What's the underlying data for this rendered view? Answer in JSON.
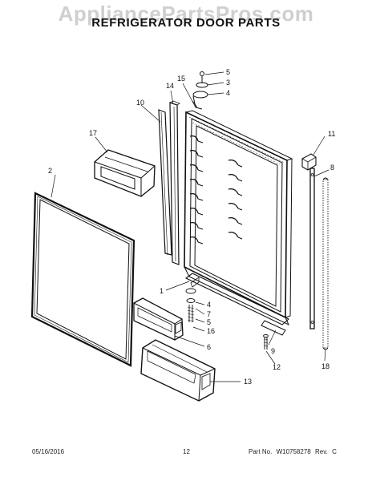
{
  "watermark": "AppliancePartsPros.com",
  "title": "REFRIGERATOR DOOR PARTS",
  "callouts": [
    "1",
    "2",
    "3",
    "4",
    "5",
    "6",
    "7",
    "8",
    "9",
    "10",
    "11",
    "12",
    "13",
    "14",
    "15",
    "16",
    "17",
    "18",
    "4",
    "5"
  ],
  "footer": {
    "date": "05/16/2016",
    "page": "12",
    "part_prefix": "Part No.",
    "part_number": "W10758278",
    "rev_prefix": "Rev.",
    "rev": "C"
  }
}
